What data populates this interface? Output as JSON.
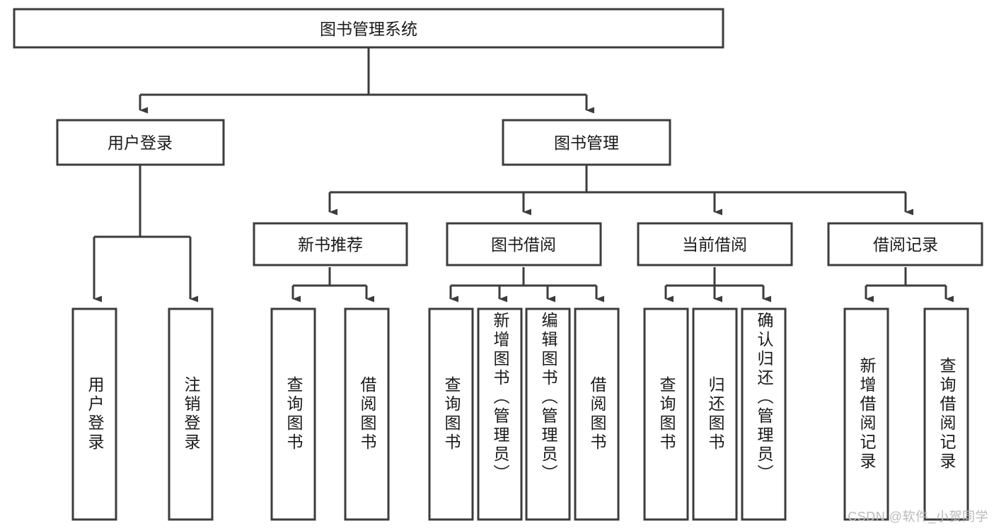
{
  "diagram": {
    "title": "图书管理系统",
    "type": "tree-hierarchy-diagram",
    "colors": {
      "box_stroke": "#3c3c3c",
      "box_fill": "#ffffff",
      "text": "#1a1a1a",
      "background": "#ffffff",
      "watermark": "#b9b9b9"
    },
    "root": {
      "label": "图书管理系统"
    },
    "level2": [
      {
        "label": "用户登录"
      },
      {
        "label": "图书管理"
      }
    ],
    "level3": [
      {
        "label": "新书推荐"
      },
      {
        "label": "图书借阅"
      },
      {
        "label": "当前借阅"
      },
      {
        "label": "借阅记录"
      }
    ],
    "leaves": {
      "user_login": [
        {
          "label": "用户登录"
        },
        {
          "label": "注销登录"
        }
      ],
      "new_book_recommend": [
        {
          "label": "查询图书"
        },
        {
          "label": "借阅图书"
        }
      ],
      "book_borrow": [
        {
          "label": "查询图书"
        },
        {
          "label": "新增图书（管理员）"
        },
        {
          "label": "编辑图书（管理员）"
        },
        {
          "label": "借阅图书"
        }
      ],
      "current_borrow": [
        {
          "label": "查询图书"
        },
        {
          "label": "归还图书"
        },
        {
          "label": "确认归还（管理员）"
        }
      ],
      "borrow_record": [
        {
          "label": "新增借阅记录"
        },
        {
          "label": "查询借阅记录"
        }
      ]
    }
  },
  "watermark": {
    "text": "CSDN @软件_小贺同学"
  }
}
